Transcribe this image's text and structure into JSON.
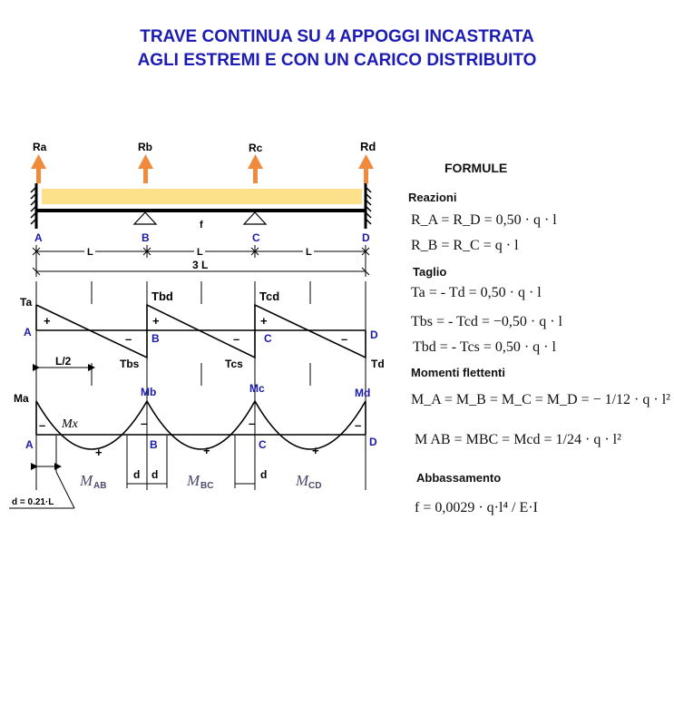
{
  "title": {
    "line1": "TRAVE CONTINUA  SU 4 APPOGGI INCASTRATA",
    "line2": "AGLI ESTREMI E  CON UN CARICO DISTRIBUITO"
  },
  "beam": {
    "reactions": [
      "Ra",
      "Rb",
      "Rc",
      "Rd"
    ],
    "supports": [
      "A",
      "B",
      "C",
      "D"
    ],
    "deflection_label": "f",
    "span_label": "L",
    "total_label": "3 L"
  },
  "shear": {
    "labels": {
      "ta": "Ta",
      "tbd": "Tbd",
      "tcd": "Tcd",
      "tbs": "Tbs",
      "tcs": "Tcs",
      "td": "Td",
      "half": "L/2"
    },
    "supports": [
      "A",
      "B",
      "C",
      "D"
    ],
    "signs": {
      "plus": "+",
      "minus": "–"
    }
  },
  "moment": {
    "labels": {
      "ma": "Ma",
      "mb": "Mb",
      "mc": "Mc",
      "md": "Md",
      "mx": "Mx"
    },
    "span_moments": {
      "m": "M",
      "ab": "AB",
      "bc": "BC",
      "cd": "CD"
    },
    "supports": [
      "A",
      "B",
      "C",
      "D"
    ],
    "d_label": "d",
    "d_note": "d = 0.21·L",
    "signs": {
      "plus": "+",
      "minus": "–"
    }
  },
  "formulas": {
    "header": "FORMULE",
    "reactions_title": "Reazioni",
    "reaction_1": "R_A = R_D = 0,50 · q · l",
    "reaction_2": "R_B = R_C = q · l",
    "shear_title": "Taglio",
    "shear_1": "Ta = - Td  = 0,50 · q · l",
    "shear_2": "Tbs = - Tcd  = −0,50 · q · l",
    "shear_3": "Tbd = - Tcs = 0,50 · q · l",
    "moment_title": "Momenti flettenti",
    "moment_1": "M_A = M_B = M_C = M_D = − 1/12 · q · l²",
    "moment_2": "M AB = MBC = Mcd = 1/24 · q · l²",
    "deflection_title": "Abbassamento",
    "deflection": "f = 0,0029 · q·l⁴ / E·I"
  },
  "colors": {
    "title": "#1c1cb4",
    "support_labels": "#1a1aa8",
    "beam_fill": "#fde08a",
    "arrow": "#f08a3c"
  }
}
